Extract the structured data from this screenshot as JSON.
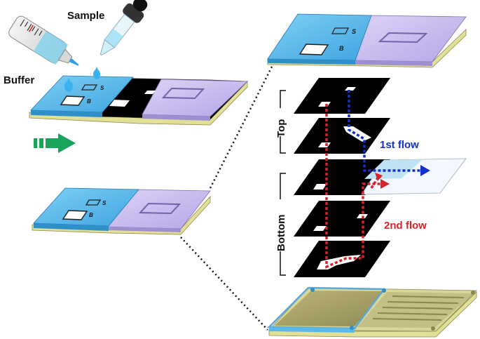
{
  "labels": {
    "sample": "Sample",
    "buffer": "Buffer",
    "top": "Top",
    "bottom": "Bottom",
    "first_flow": "1st flow",
    "second_flow": "2nd flow",
    "port_s": "S",
    "port_b": "B"
  },
  "colors": {
    "blue_top": "#5bb8ea",
    "blue_side": "#2f8fc9",
    "purple_top": "#c8bcef",
    "purple_side": "#9d8fd0",
    "base_yellow": "#e6e39a",
    "base_olive": "#a8a46a",
    "arrow_green": "#1aa35a",
    "flow_blue": "#1530c8",
    "flow_red": "#d8232a",
    "layer_black": "#000000"
  },
  "icons": [
    "buffer-bottle-icon",
    "sample-dropper-icon",
    "water-drop-icon",
    "process-arrow-icon"
  ]
}
